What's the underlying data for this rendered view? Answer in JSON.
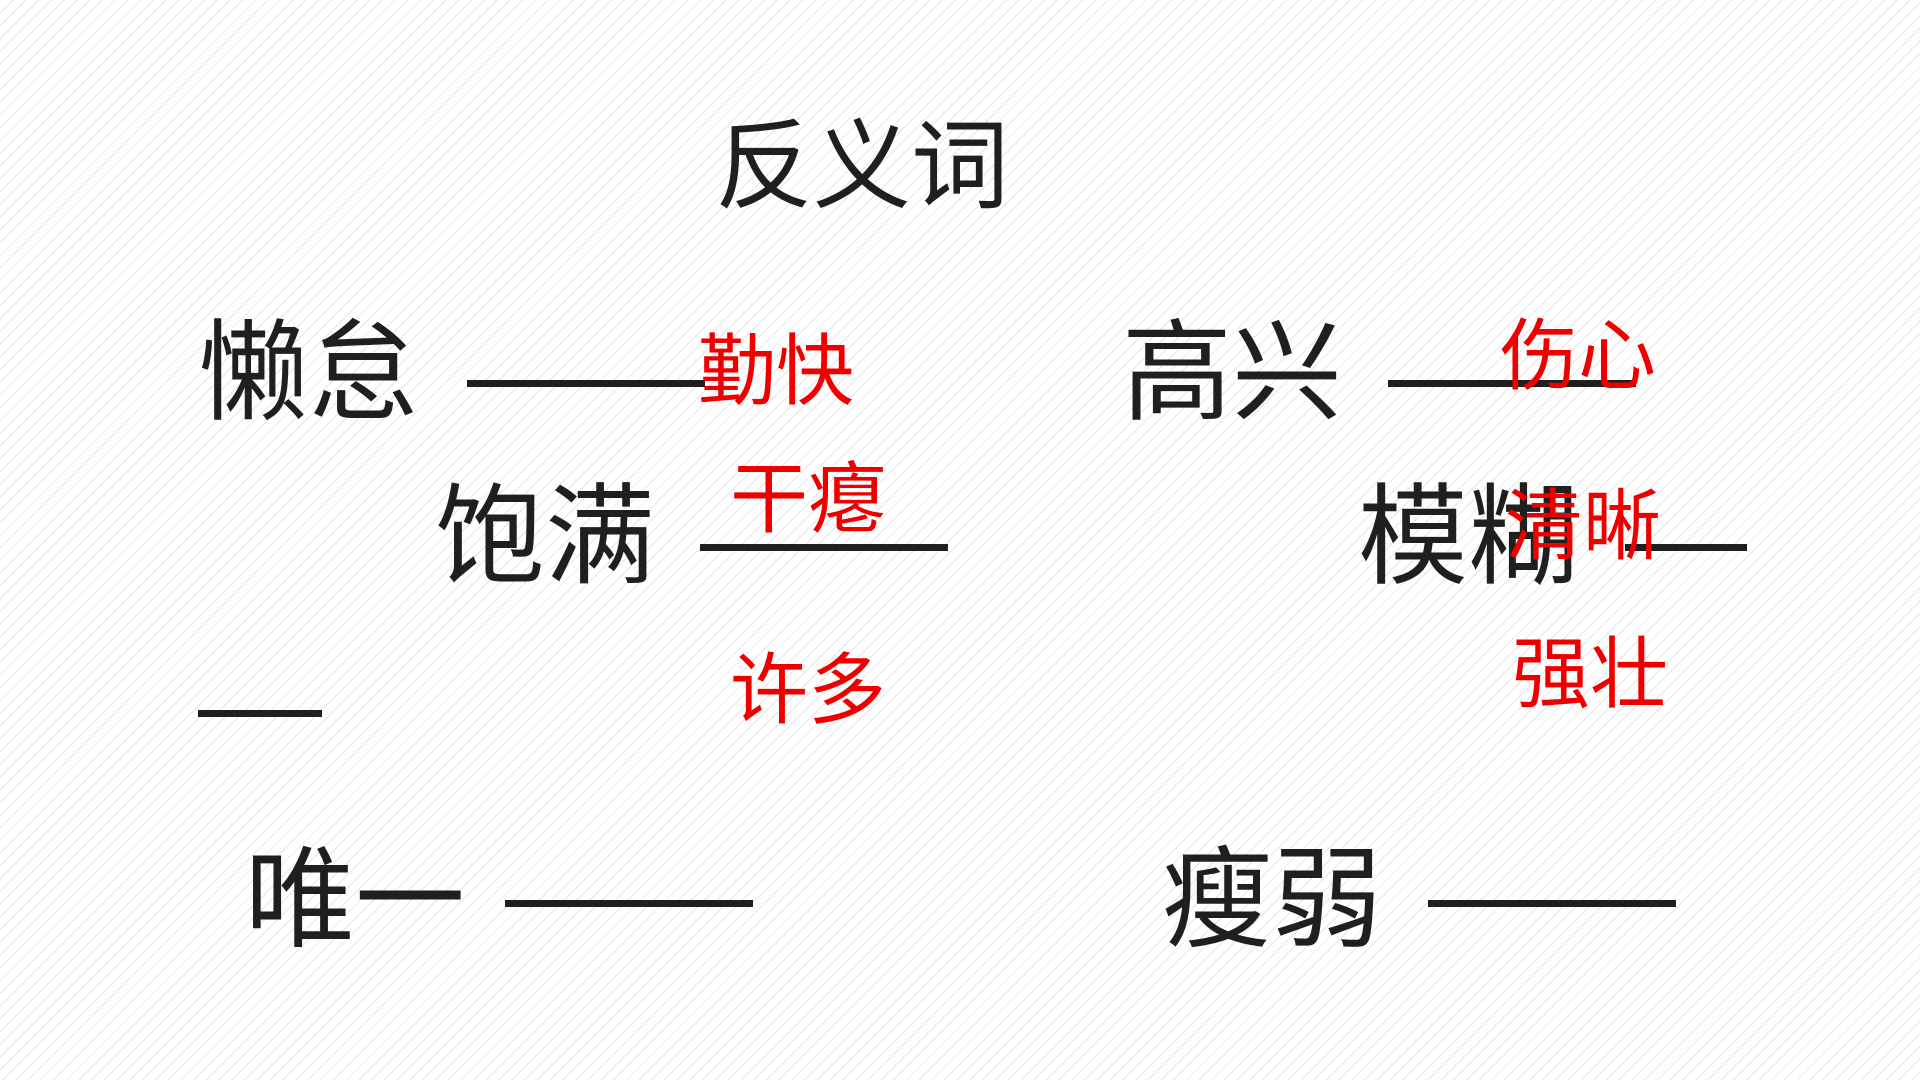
{
  "title": "反义词",
  "words": [
    "懒怠",
    "饱满",
    "唯一",
    "高兴",
    "模糊",
    "瘦弱"
  ],
  "answers": [
    "勤快",
    "干瘪",
    "许多",
    "伤心",
    "清晰",
    "强壮"
  ],
  "colors": {
    "text": "#1f1f1f",
    "answer": "#ee0000",
    "background": "#ffffff"
  }
}
